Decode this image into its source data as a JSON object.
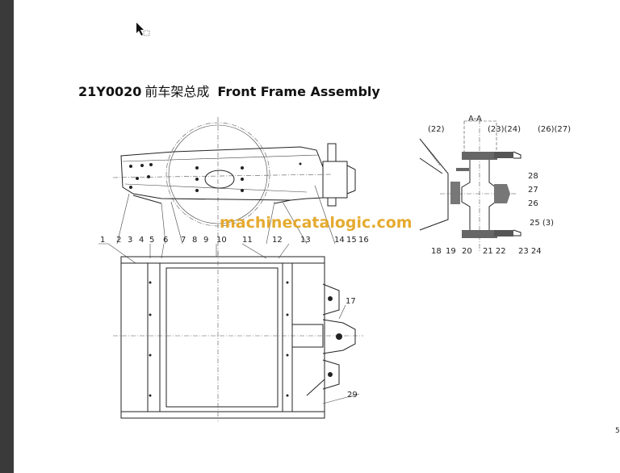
{
  "document": {
    "title_code": "21Y0020",
    "title_cn": "前车架总成",
    "title_en": "Front Frame Assembly",
    "page_number": "5",
    "watermark": "machinecatalogic.com"
  },
  "callouts_main": [
    "1",
    "2",
    "3",
    "4",
    "5",
    "6",
    "7",
    "8",
    "9",
    "10",
    "11",
    "12",
    "13",
    "14",
    "15",
    "16"
  ],
  "callout_17": "17",
  "callout_29": "29",
  "detail": {
    "top_labels": [
      "(22)",
      "(23)(24)",
      "(26)(27)"
    ],
    "right_labels": [
      "28",
      "27",
      "26",
      "25 (3)"
    ],
    "bottom_labels": [
      "18",
      "19",
      "20",
      "21 22",
      "23 24"
    ],
    "section_mark": "A-A"
  }
}
